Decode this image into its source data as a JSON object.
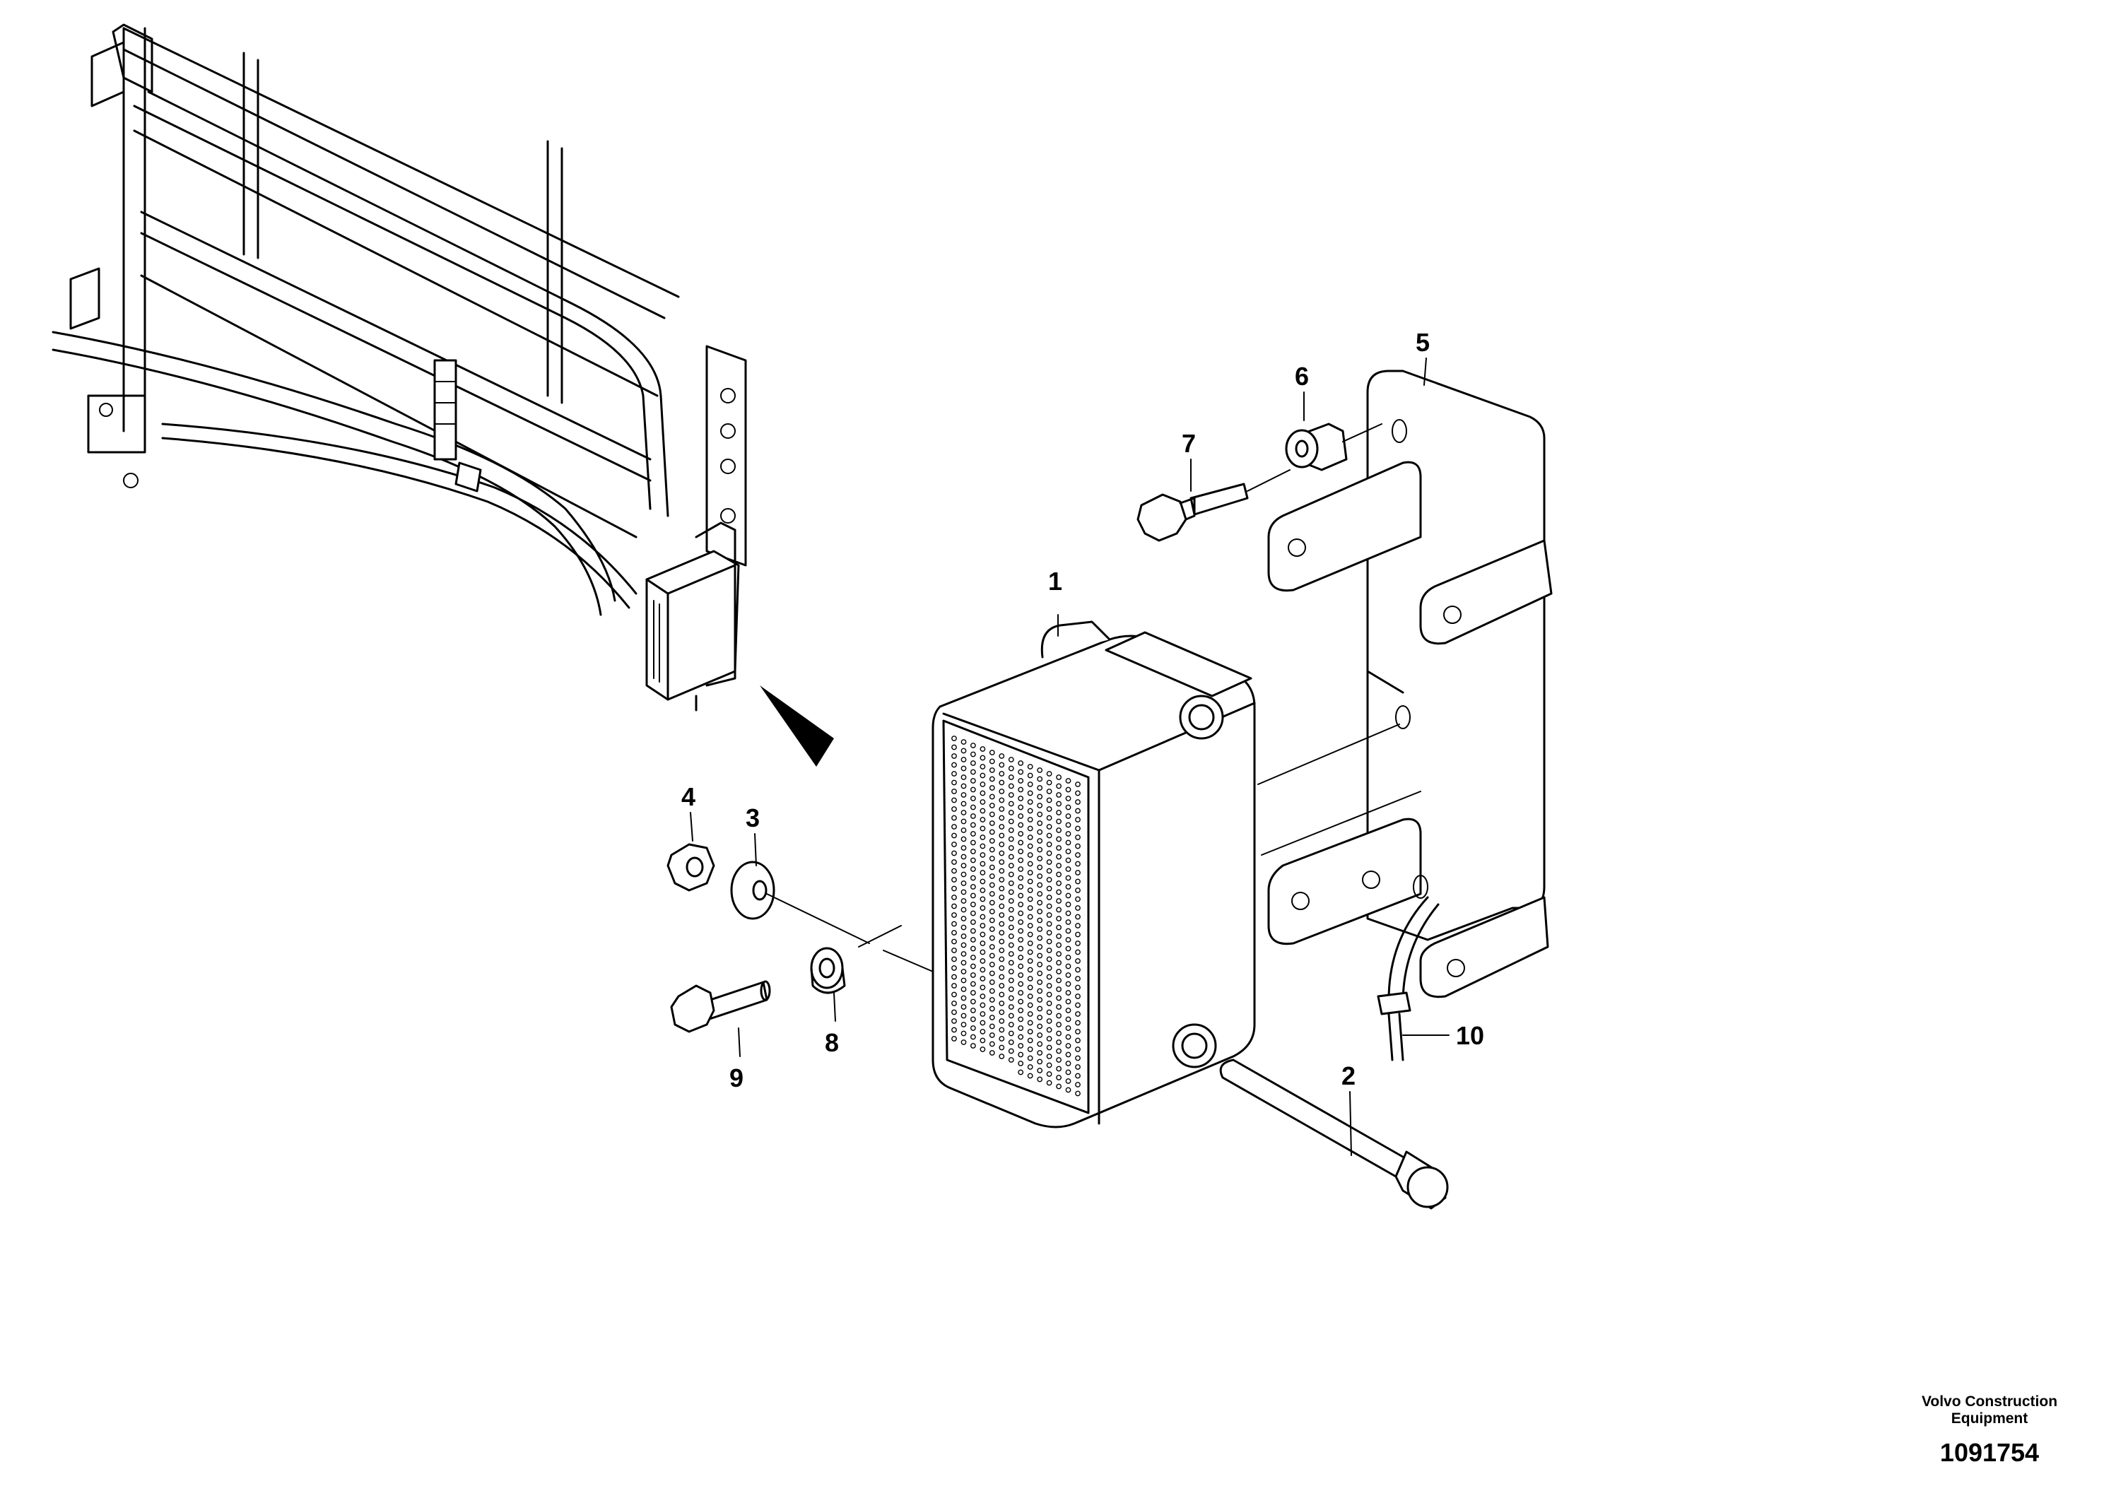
{
  "callouts": [
    {
      "id": "1",
      "text": "1"
    },
    {
      "id": "2",
      "text": "2"
    },
    {
      "id": "3",
      "text": "3"
    },
    {
      "id": "4",
      "text": "4"
    },
    {
      "id": "5",
      "text": "5"
    },
    {
      "id": "6",
      "text": "6"
    },
    {
      "id": "7",
      "text": "7"
    },
    {
      "id": "8",
      "text": "8"
    },
    {
      "id": "9",
      "text": "9"
    },
    {
      "id": "10",
      "text": "10"
    }
  ],
  "footer": {
    "brand_line1": "Volvo Construction",
    "brand_line2": "Equipment",
    "drawing_number": "1091754"
  }
}
